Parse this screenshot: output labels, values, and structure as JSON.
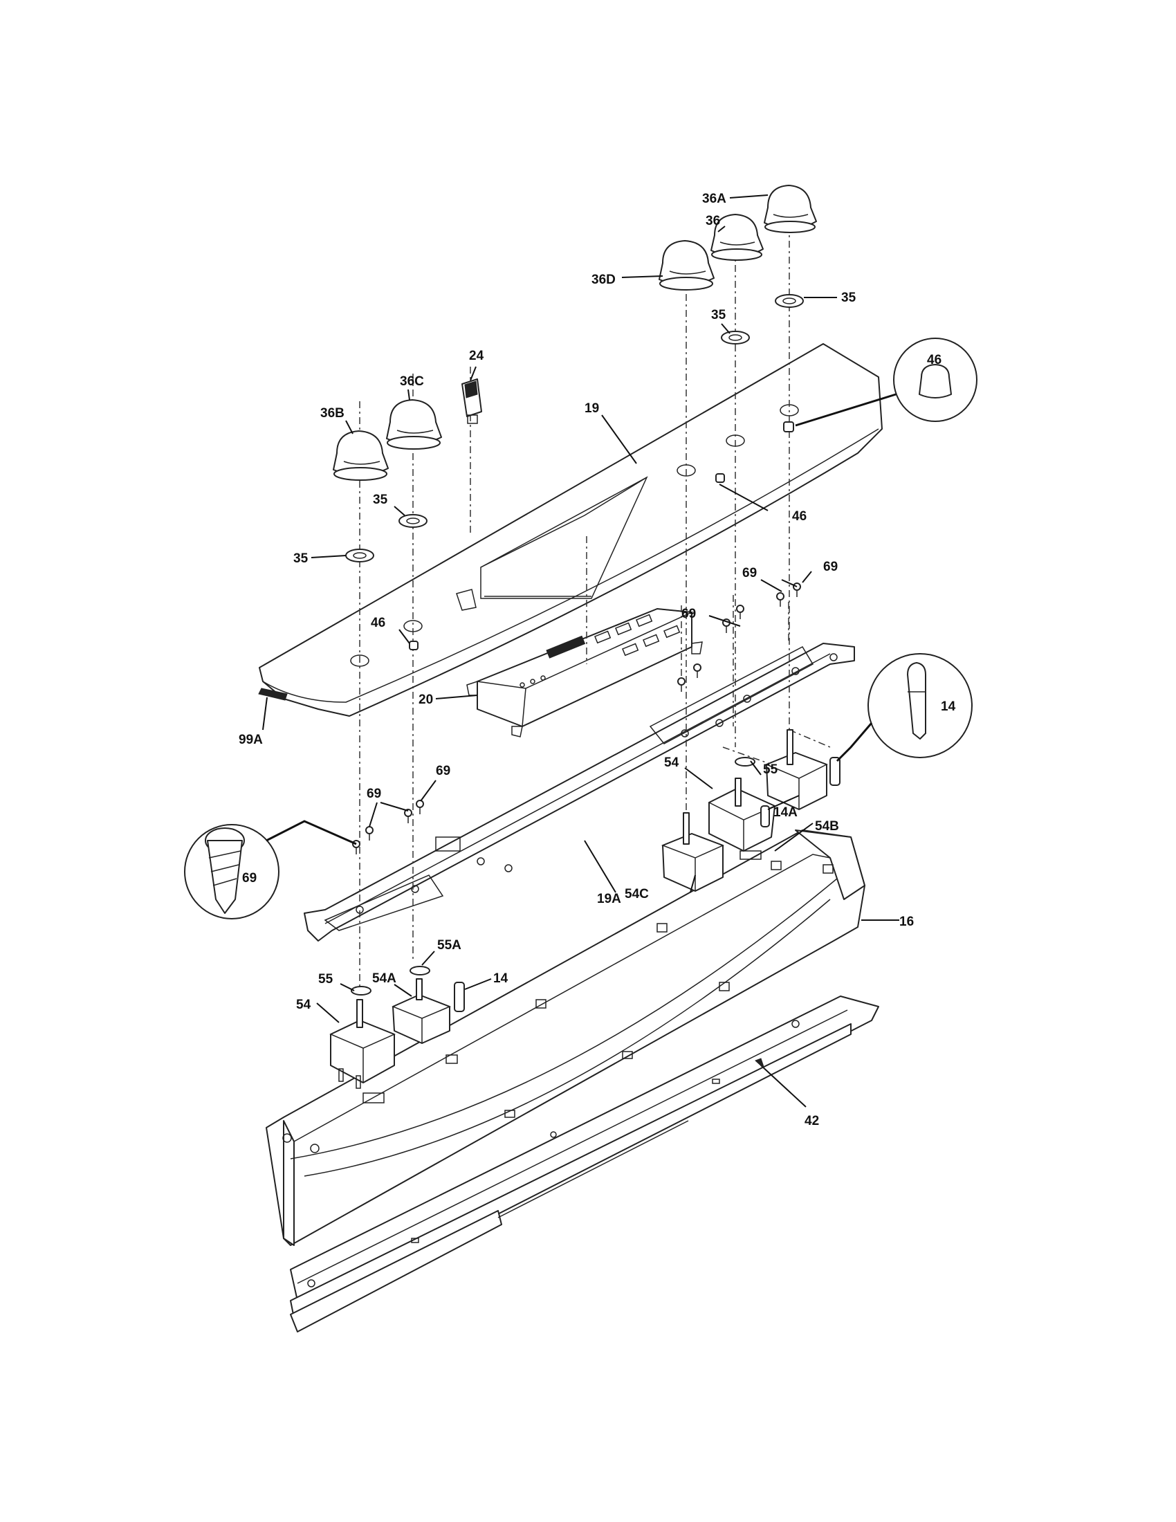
{
  "callouts": {
    "c36A": "36A",
    "c36": "36",
    "c36D": "36D",
    "c35a": "35",
    "c35b": "35",
    "c35c": "35",
    "c35d": "35",
    "c24": "24",
    "c36C": "36C",
    "c36B": "36B",
    "c19": "19",
    "c46a": "46",
    "c46b": "46",
    "c46c": "46",
    "c69a": "69",
    "c69b": "69",
    "c69c": "69",
    "c69d": "69",
    "c69e": "69",
    "c69f": "69",
    "c20": "20",
    "c99A": "99A",
    "c14a": "14",
    "c14b": "14",
    "c14A": "14A",
    "c55a": "55",
    "c55b": "55",
    "c55A": "55A",
    "c54a": "54",
    "c54b": "54",
    "c54A": "54A",
    "c54B": "54B",
    "c54C": "54C",
    "c19A": "19A",
    "c16": "16",
    "c42": "42"
  }
}
